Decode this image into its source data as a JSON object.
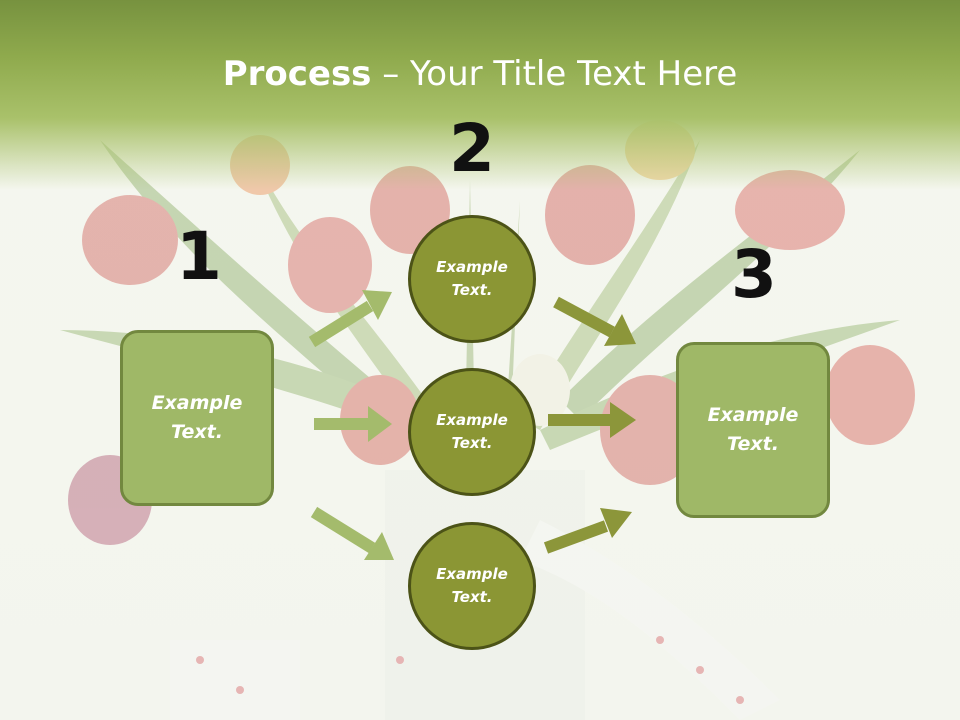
{
  "slide": {
    "title_bold": "Process",
    "title_rest": " – Your Title Text Here",
    "steps": [
      "1",
      "2",
      "3"
    ],
    "left_box": "Example\nText.",
    "right_box": "Example\nText.",
    "circles": [
      "Example\nText.",
      "Example\nText.",
      "Example\nText."
    ]
  },
  "colors": {
    "header_green": "#77923f",
    "box_fill": "#9fb867",
    "circle_fill": "#8b9634",
    "arrow_left_group": "#9fb867",
    "arrow_right_group": "#8b9634"
  },
  "background": {
    "icon": "tulip-bouquet-photo"
  }
}
